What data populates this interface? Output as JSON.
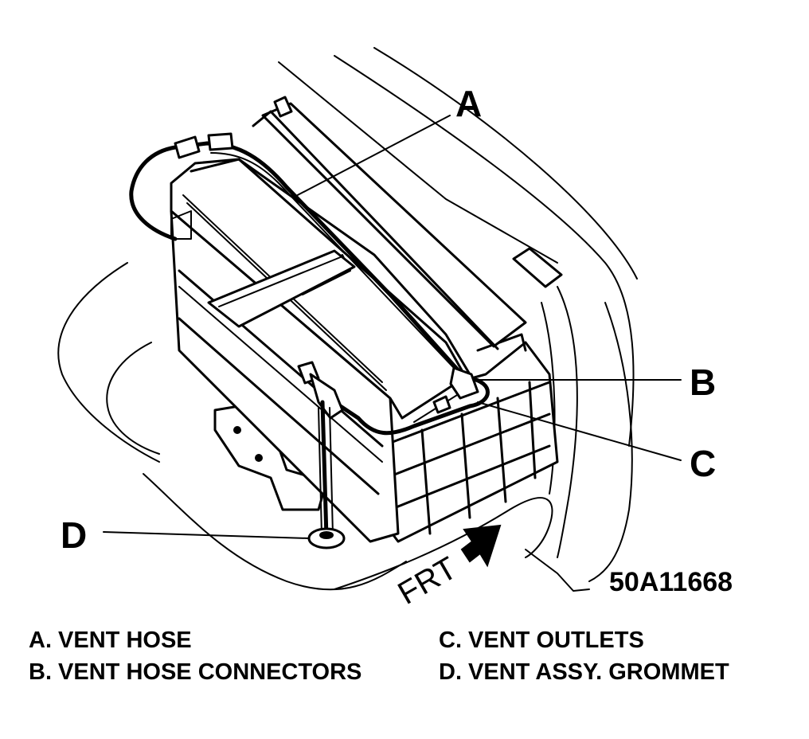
{
  "callouts": {
    "a": "A",
    "b": "B",
    "c": "C",
    "d": "D"
  },
  "direction_label": "FRT",
  "figure_number": "50A11668",
  "legend": {
    "left": [
      "A.  VENT HOSE",
      "B.  VENT HOSE CONNECTORS"
    ],
    "right": [
      "C.  VENT OUTLETS",
      "D.  VENT ASSY. GROMMET"
    ]
  }
}
